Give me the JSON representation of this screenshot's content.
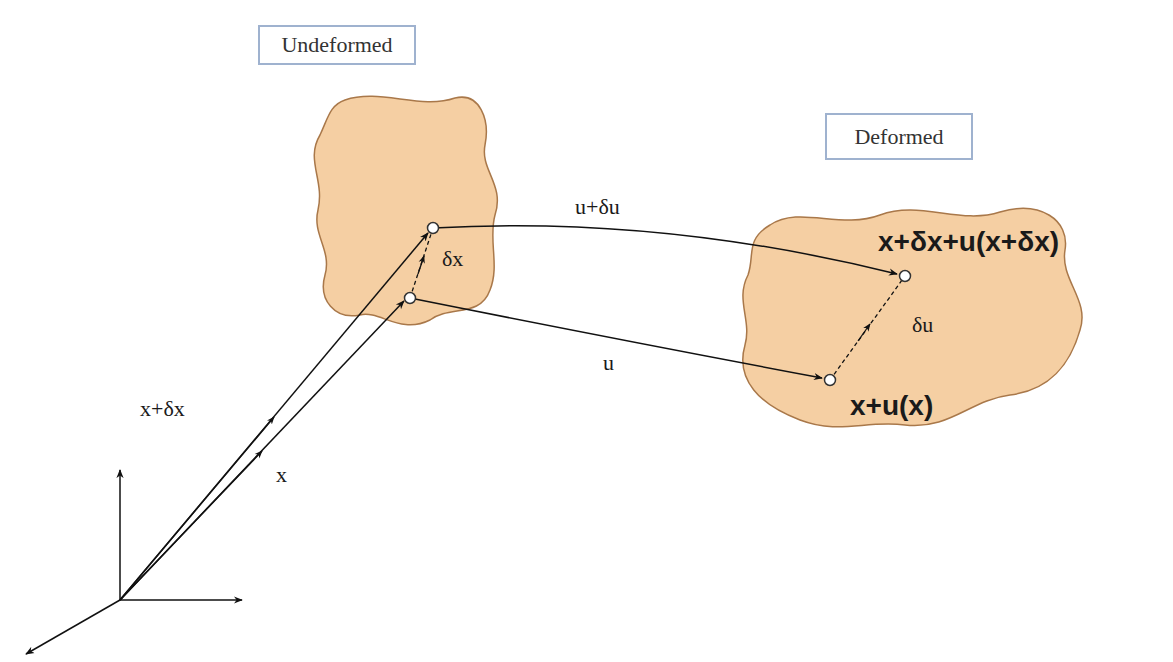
{
  "diagram": {
    "nodes": [
      {
        "text": [
          "Undeformed"
        ]
      },
      {
        "text": [
          "Deformed"
        ]
      }
    ],
    "labels": [
      "x+δx+u(x+δx)",
      "u+δu",
      "δx",
      "δu",
      "u",
      "x+u(x)",
      "x+δx",
      "x"
    ]
  }
}
